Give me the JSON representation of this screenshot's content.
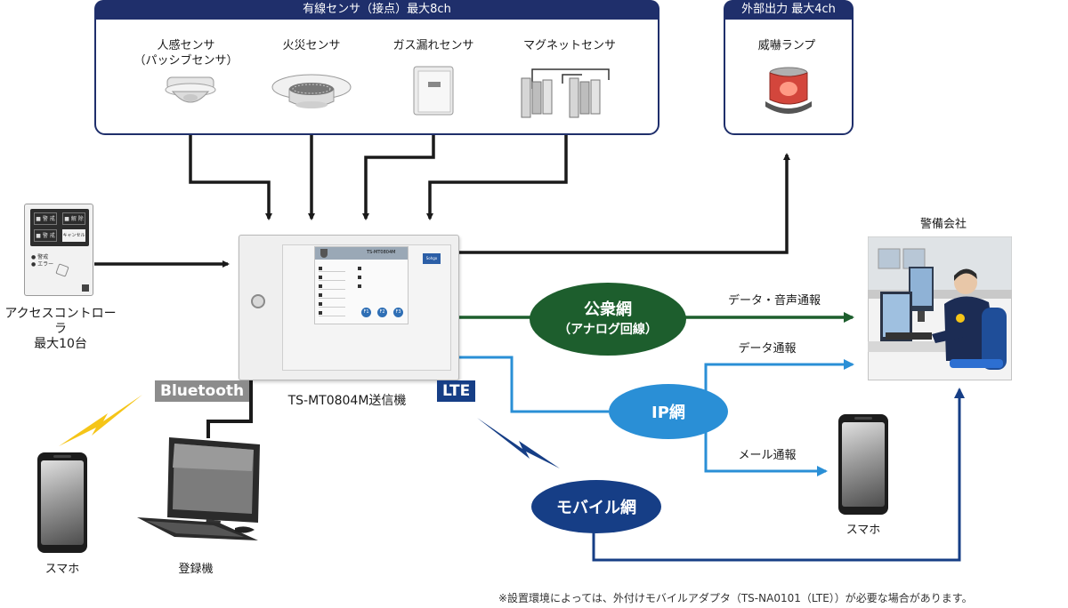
{
  "wired_sensors": {
    "title": "有線センサ（接点）最大8ch",
    "items": [
      "人感センサ\n（パッシブセンサ）",
      "火災センサ",
      "ガス漏れセンサ",
      "マグネットセンサ"
    ]
  },
  "external_output": {
    "title": "外部出力 最大4ch",
    "item": "威嚇ランプ"
  },
  "access_controller": {
    "label": "アクセスコントローラ\n最大10台",
    "panel": [
      "■ 警 戒",
      "■ 解 除",
      "■ 警 戒",
      "キャンセル"
    ],
    "leds": [
      "● 警戒",
      "● エラー"
    ]
  },
  "transmitter": {
    "label": "TS-MT0804M送信機",
    "model_plate": "TS-MT0804M",
    "brand": "Sohgo",
    "buttons": [
      "F1",
      "F2",
      "F3"
    ]
  },
  "security_company": {
    "label": "警備会社"
  },
  "networks": {
    "public": {
      "line1": "公衆網",
      "line2": "（アナログ回線）",
      "color": "#1d5e2d"
    },
    "ip": {
      "line1": "IP網",
      "color": "#2a8fd6"
    },
    "mobile": {
      "line1": "モバイル網",
      "color": "#163e86"
    }
  },
  "flows": {
    "data_voice": "データ・音声通報",
    "data": "データ通報",
    "mail": "メール通報"
  },
  "tags": {
    "bluetooth": "Bluetooth",
    "lte": "LTE"
  },
  "devices": {
    "smartphone_left": "スマホ",
    "register": "登録機",
    "smartphone_right": "スマホ"
  },
  "footnote": "※設置環境によっては、外付けモバイルアダプタ（TS-NA0101（LTE））が必要な場合があります。",
  "colors": {
    "navy": "#1f2f6b",
    "green": "#1d5e2d",
    "light_blue": "#2a8fd6",
    "dark_blue": "#163e86",
    "bluetooth_gray": "#8c8c8c",
    "bolt_yellow": "#f5c518"
  }
}
